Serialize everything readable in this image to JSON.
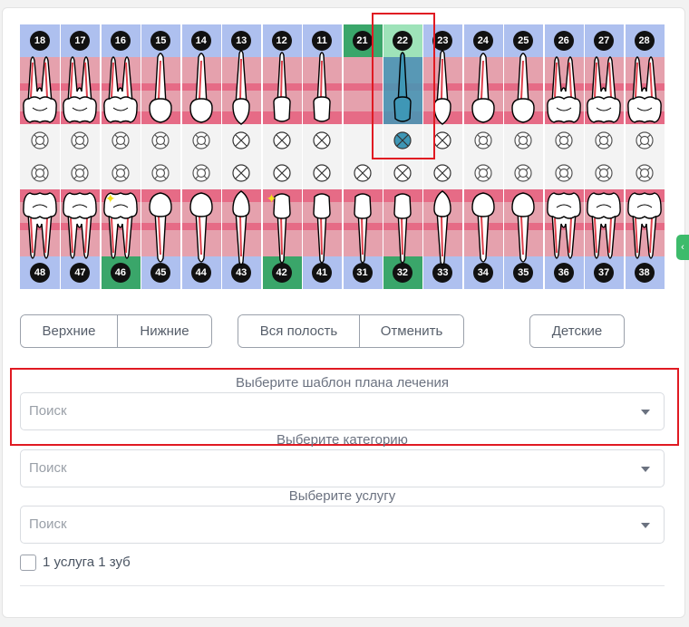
{
  "colors": {
    "num_blue": "#aec0ef",
    "num_green": "#3aa66a",
    "num_light_green": "#9ee3b9",
    "pink_light": "#e5a1ad",
    "pink_dark": "#e66b86",
    "gray_row": "#f3f3f3",
    "teal": "#3f97b6",
    "highlight": "#e01a22"
  },
  "teeth_chart": {
    "upper": [
      {
        "num": "18",
        "type": "molar",
        "num_style": "blue"
      },
      {
        "num": "17",
        "type": "molar",
        "num_style": "blue"
      },
      {
        "num": "16",
        "type": "molar",
        "num_style": "blue"
      },
      {
        "num": "15",
        "type": "premolar",
        "num_style": "blue"
      },
      {
        "num": "14",
        "type": "premolar",
        "num_style": "blue"
      },
      {
        "num": "13",
        "type": "canine",
        "num_style": "blue",
        "occl": "x"
      },
      {
        "num": "12",
        "type": "incisor",
        "num_style": "blue",
        "occl": "x"
      },
      {
        "num": "11",
        "type": "incisor",
        "num_style": "blue",
        "occl": "x"
      },
      {
        "num": "21",
        "type": "none",
        "num_style": "green",
        "occl": "none"
      },
      {
        "num": "22",
        "type": "incisor_teal",
        "num_style": "light_green",
        "occl": "x_teal"
      },
      {
        "num": "23",
        "type": "canine",
        "num_style": "blue",
        "occl": "x"
      },
      {
        "num": "24",
        "type": "premolar",
        "num_style": "blue"
      },
      {
        "num": "25",
        "type": "premolar",
        "num_style": "blue"
      },
      {
        "num": "26",
        "type": "molar",
        "num_style": "blue"
      },
      {
        "num": "27",
        "type": "molar",
        "num_style": "blue"
      },
      {
        "num": "28",
        "type": "molar",
        "num_style": "blue"
      }
    ],
    "lower": [
      {
        "num": "48",
        "type": "molar",
        "num_style": "blue"
      },
      {
        "num": "47",
        "type": "molar",
        "num_style": "blue"
      },
      {
        "num": "46",
        "type": "molar",
        "num_style": "green",
        "mark": true
      },
      {
        "num": "45",
        "type": "premolar",
        "num_style": "blue"
      },
      {
        "num": "44",
        "type": "premolar",
        "num_style": "blue"
      },
      {
        "num": "43",
        "type": "canine",
        "num_style": "blue",
        "occl": "x"
      },
      {
        "num": "42",
        "type": "incisor",
        "num_style": "green",
        "occl": "x",
        "mark": true
      },
      {
        "num": "41",
        "type": "incisor",
        "num_style": "blue",
        "occl": "x"
      },
      {
        "num": "31",
        "type": "incisor",
        "num_style": "blue",
        "occl": "x"
      },
      {
        "num": "32",
        "type": "incisor",
        "num_style": "green",
        "occl": "x"
      },
      {
        "num": "33",
        "type": "canine",
        "num_style": "blue",
        "occl": "x"
      },
      {
        "num": "34",
        "type": "premolar",
        "num_style": "blue"
      },
      {
        "num": "35",
        "type": "premolar",
        "num_style": "blue"
      },
      {
        "num": "36",
        "type": "molar",
        "num_style": "blue"
      },
      {
        "num": "37",
        "type": "molar",
        "num_style": "blue"
      },
      {
        "num": "38",
        "type": "molar",
        "num_style": "blue"
      }
    ]
  },
  "buttons": {
    "upper": "Верхние",
    "lower": "Нижние",
    "whole_cavity": "Вся полость",
    "cancel": "Отменить",
    "children": "Детские"
  },
  "form": {
    "template_label": "Выберите шаблон плана лечения",
    "template_placeholder": "Поиск",
    "category_label": "Выберите категорию",
    "category_placeholder": "Поиск",
    "service_label": "Выберите услугу",
    "service_placeholder": "Поиск",
    "checkbox_label": "1 услуга 1 зуб"
  }
}
